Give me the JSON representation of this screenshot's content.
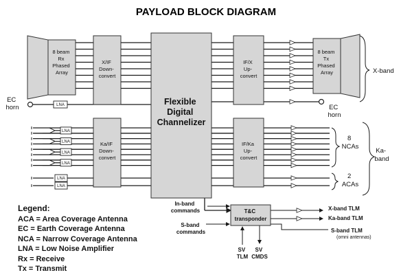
{
  "title": "PAYLOAD BLOCK DIAGRAM",
  "blocks": {
    "rx_array": [
      "8 beam",
      "Rx",
      "Phased",
      "Array"
    ],
    "xif_down": [
      "X/IF",
      "Down-",
      "convert"
    ],
    "channelizer": [
      "Flexible",
      "Digital",
      "Channelizer"
    ],
    "ifx_up": [
      "IF/X",
      "Up-",
      "convert"
    ],
    "tx_array": [
      "8 beam",
      "Tx",
      "Phased",
      "Array"
    ],
    "kaif_down": [
      "Ka/IF",
      "Down-",
      "convert"
    ],
    "ifka_up": [
      "IF/Ka",
      "Up-",
      "convert"
    ],
    "tc": [
      "T&C",
      "transponder"
    ]
  },
  "labels": {
    "ec_horn_left": [
      "EC",
      "horn"
    ],
    "ec_horn_right": [
      "EC",
      "horn"
    ],
    "lna": "LNA",
    "x_band": "X-band",
    "ka_band": [
      "Ka-",
      "band"
    ],
    "ncas": [
      "8",
      "NCAs"
    ],
    "acas": [
      "2",
      "ACAs"
    ],
    "inband_commands": [
      "In-band",
      "commands"
    ],
    "sband_commands": [
      "S-band",
      "commands"
    ],
    "sv_tlm": [
      "SV",
      "TLM"
    ],
    "sv_cmds": [
      "SV",
      "CMDS"
    ],
    "xband_tlm": "X-band TLM",
    "kaband_tlm": "Ka-band TLM",
    "sband_tlm": [
      "S-band TLM",
      "(omni antennas)"
    ]
  },
  "legend": {
    "heading": "Legend:",
    "items": [
      "ACA = Area Coverage Antenna",
      "EC = Earth Coverage Antenna",
      "NCA = Narrow Coverage Antenna",
      "LNA = Low Noise Amplifier",
      "Rx = Receive",
      "Tx = Transmit"
    ]
  }
}
